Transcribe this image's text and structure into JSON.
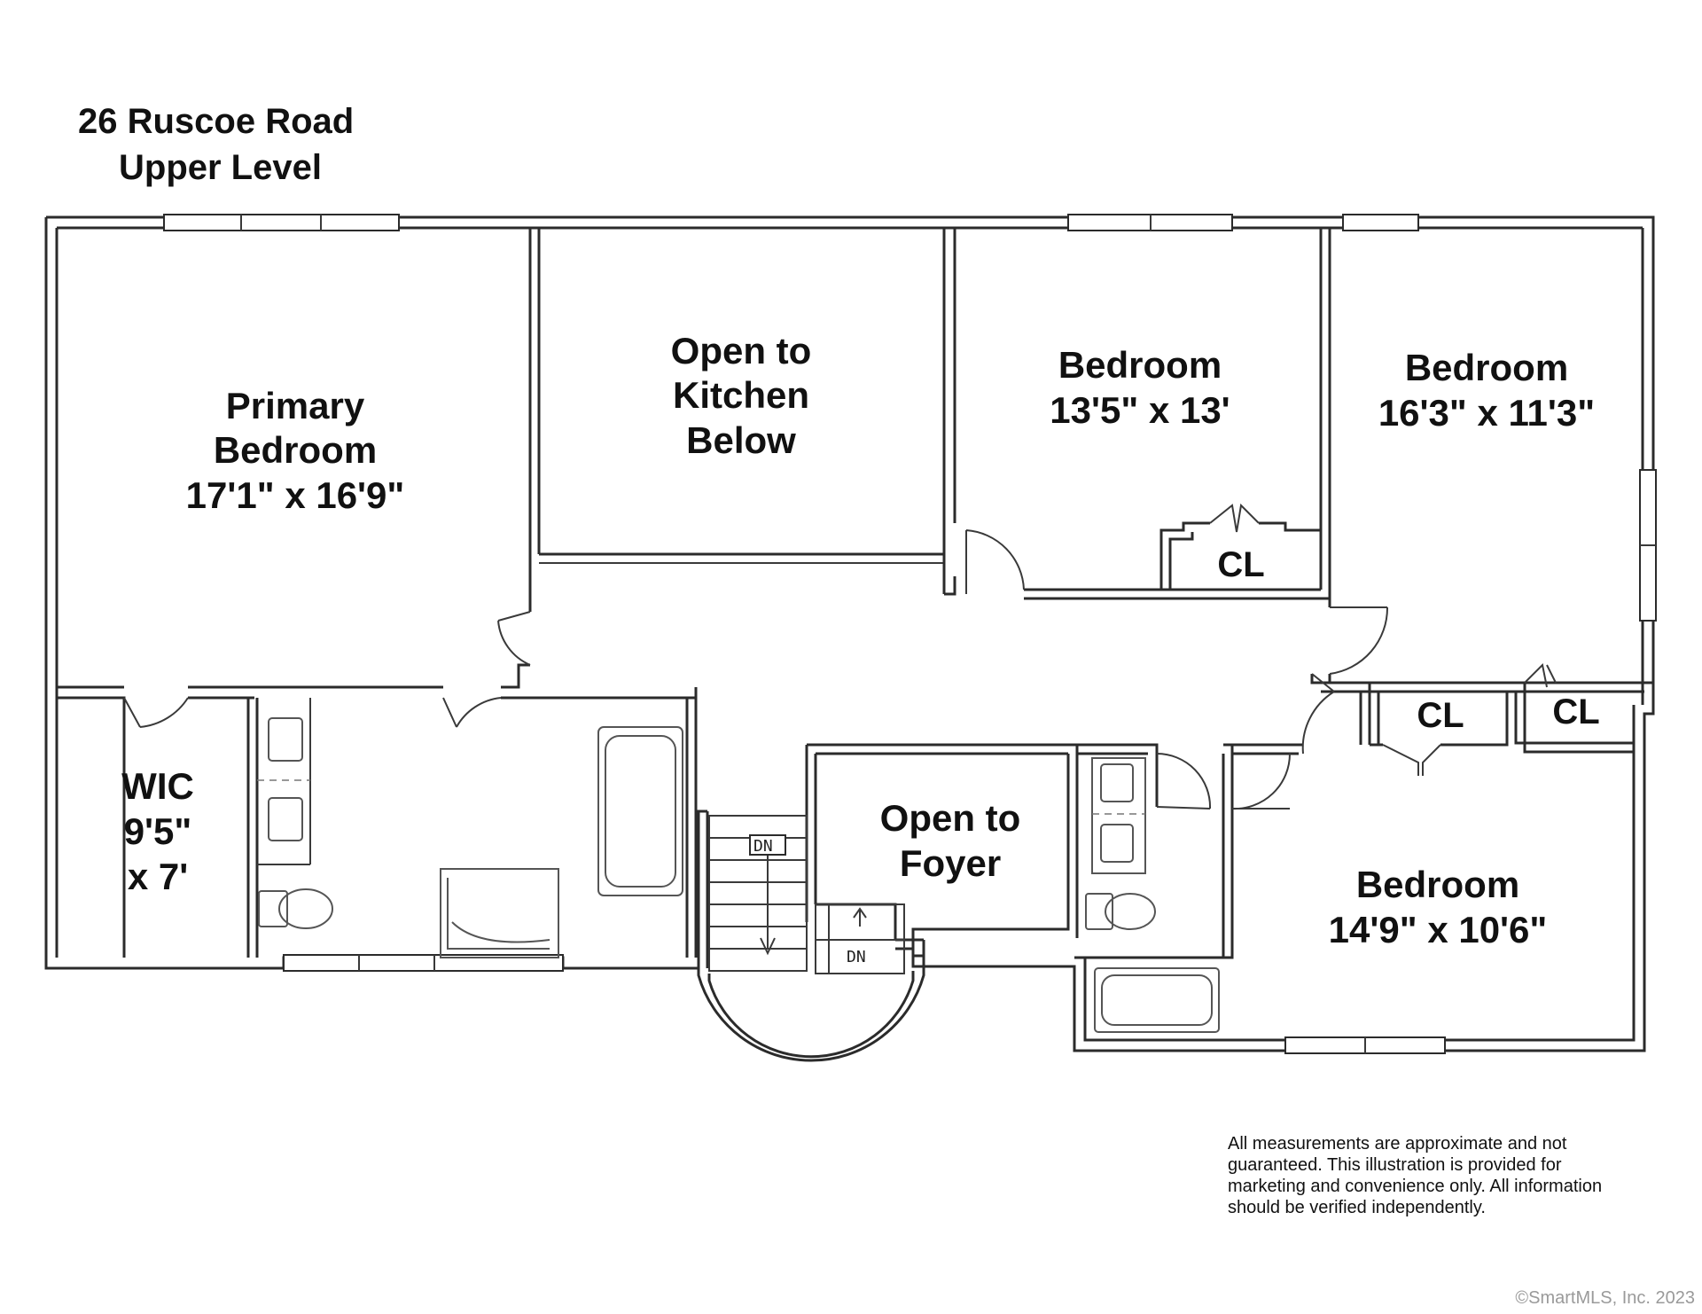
{
  "title": {
    "line1": "26 Ruscoe Road",
    "line2": "Upper Level"
  },
  "rooms": {
    "primary_bedroom": {
      "name1": "Primary",
      "name2": "Bedroom",
      "size": "17'1\" x 16'9\""
    },
    "open_kitchen": {
      "line1": "Open to",
      "line2": "Kitchen",
      "line3": "Below"
    },
    "bedroom_2": {
      "name": "Bedroom",
      "size": "13'5\" x 13'"
    },
    "bedroom_3": {
      "name": "Bedroom",
      "size": "16'3\" x 11'3\""
    },
    "bedroom_4": {
      "name": "Bedroom",
      "size": "14'9\" x 10'6\""
    },
    "wic": {
      "line1": "WIC",
      "line2": "9'5\"",
      "line3": "x 7'"
    },
    "open_foyer": {
      "line1": "Open to",
      "line2": "Foyer"
    }
  },
  "closets": {
    "label": "CL"
  },
  "stairs": {
    "label": "DN"
  },
  "disclaimer": {
    "line1": "All measurements are approximate and not",
    "line2": "guaranteed. This illustration is provided for",
    "line3": "marketing and convenience only. All information",
    "line4": "should be verified independently."
  },
  "copyright": "©SmartMLS, Inc.  2023"
}
